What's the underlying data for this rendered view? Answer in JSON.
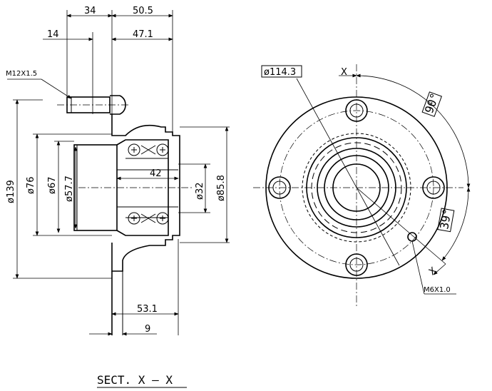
{
  "dimensions": {
    "d34": "34",
    "d50_5": "50.5",
    "d14": "14",
    "d47_1": "47.1",
    "thread_stud": "M12X1.5",
    "dia139": "ø139",
    "dia76": "ø76",
    "dia67": "ø67",
    "dia57_7": "ø57.7",
    "d42": "42",
    "dia32": "ø32",
    "dia85_8": "ø85.8",
    "d53_1": "53.1",
    "d9": "9",
    "pcd": "ø114.3",
    "ang90": "90°",
    "ang39": "39°",
    "x_top": "X",
    "x_bottom": "X",
    "thread_sensor": "M6X1.0"
  },
  "section_label": "SECT. X – X"
}
